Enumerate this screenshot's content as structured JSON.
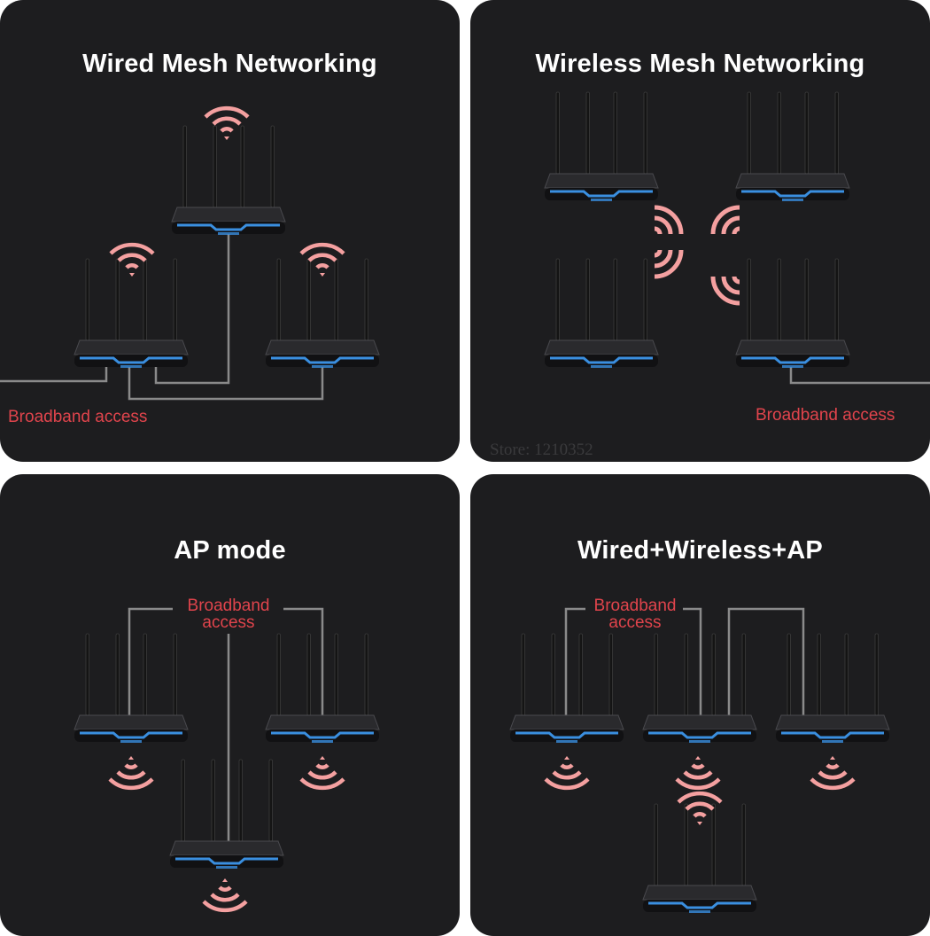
{
  "panels": [
    {
      "title": "Wired Mesh Networking",
      "label": "Broadband access"
    },
    {
      "title": "Wireless Mesh Networking",
      "label": "Broadband access",
      "watermark": "Store: 1210352"
    },
    {
      "title": "AP mode",
      "label_line1": "Broadband",
      "label_line2": "access"
    },
    {
      "title": "Wired+Wireless+AP",
      "label_line1": "Broadband",
      "label_line2": "access"
    }
  ],
  "icons": {
    "router": "router-icon",
    "wifi": "wifi-signal-icon"
  },
  "colors": {
    "panel_bg": "#1d1d1f",
    "title": "#ffffff",
    "label": "#e0444c",
    "wifi": "#f4a0a0",
    "line": "#8a8a8a",
    "led": "#3a8fe0"
  }
}
